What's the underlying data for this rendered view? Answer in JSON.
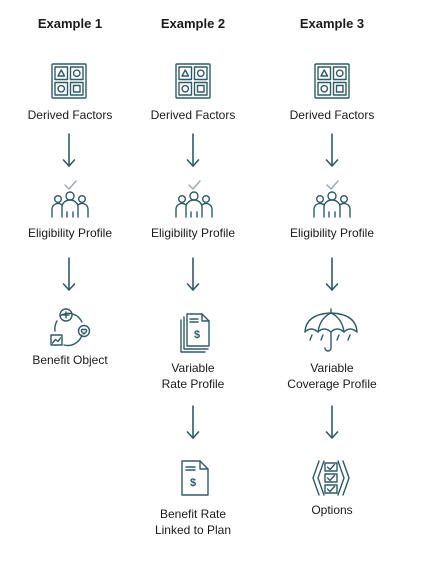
{
  "columns": [
    {
      "title": "Example 1",
      "steps": [
        {
          "label": "Derived Factors",
          "icon": "derived-factors-icon"
        },
        {
          "label": "Eligibility Profile",
          "icon": "eligibility-profile-icon"
        },
        {
          "label": "Benefit Object",
          "icon": "benefit-object-icon"
        }
      ]
    },
    {
      "title": "Example 2",
      "steps": [
        {
          "label": "Derived Factors",
          "icon": "derived-factors-icon"
        },
        {
          "label": "Eligibility Profile",
          "icon": "eligibility-profile-icon"
        },
        {
          "label_line1": "Variable",
          "label_line2": "Rate Profile",
          "icon": "variable-rate-profile-icon"
        },
        {
          "label_line1": "Benefit Rate",
          "label_line2": "Linked to Plan",
          "icon": "benefit-rate-icon"
        }
      ]
    },
    {
      "title": "Example 3",
      "steps": [
        {
          "label": "Derived Factors",
          "icon": "derived-factors-icon"
        },
        {
          "label": "Eligibility Profile",
          "icon": "eligibility-profile-icon"
        },
        {
          "label_line1": "Variable",
          "label_line2": "Coverage Profile",
          "icon": "umbrella-icon"
        },
        {
          "label": "Options",
          "icon": "options-checklist-icon"
        }
      ]
    }
  ],
  "colors": {
    "icon": "#2f5b66",
    "check": "#9aa9ae",
    "text": "#1a1a1a"
  }
}
